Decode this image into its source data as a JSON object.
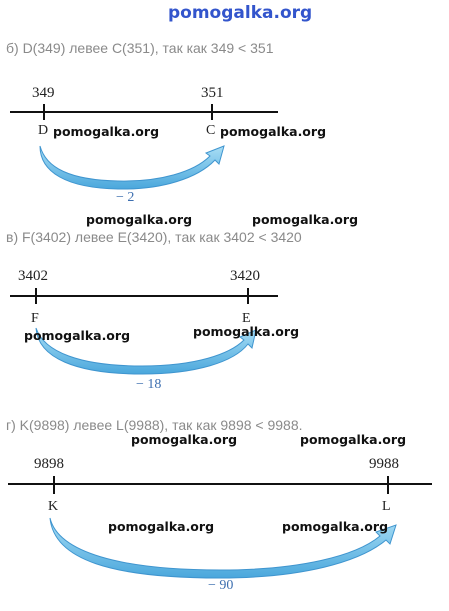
{
  "header": {
    "site": "pomogalka.org"
  },
  "watermark": "pomogalka.org",
  "sections": [
    {
      "statement": "б) D(349) левее С(351), так как 349 < 351",
      "left_value": "349",
      "right_value": "351",
      "left_point": "D",
      "right_point": "C",
      "difference": "− 2"
    },
    {
      "statement": "в) F(3402) левее E(3420), так как 3402 < 3420",
      "left_value": "3402",
      "right_value": "3420",
      "left_point": "F",
      "right_point": "E",
      "difference": "− 18"
    },
    {
      "statement": "г) K(9898) левее L(9988), так как 9898 < 9988.",
      "left_value": "9898",
      "right_value": "9988",
      "left_point": "K",
      "right_point": "L",
      "difference": "− 90"
    }
  ],
  "colors": {
    "arrow": "#6ec0ea",
    "arrow_edge": "#3f95cf",
    "logo": "#3355cc",
    "statement": "#8a8a8a"
  }
}
